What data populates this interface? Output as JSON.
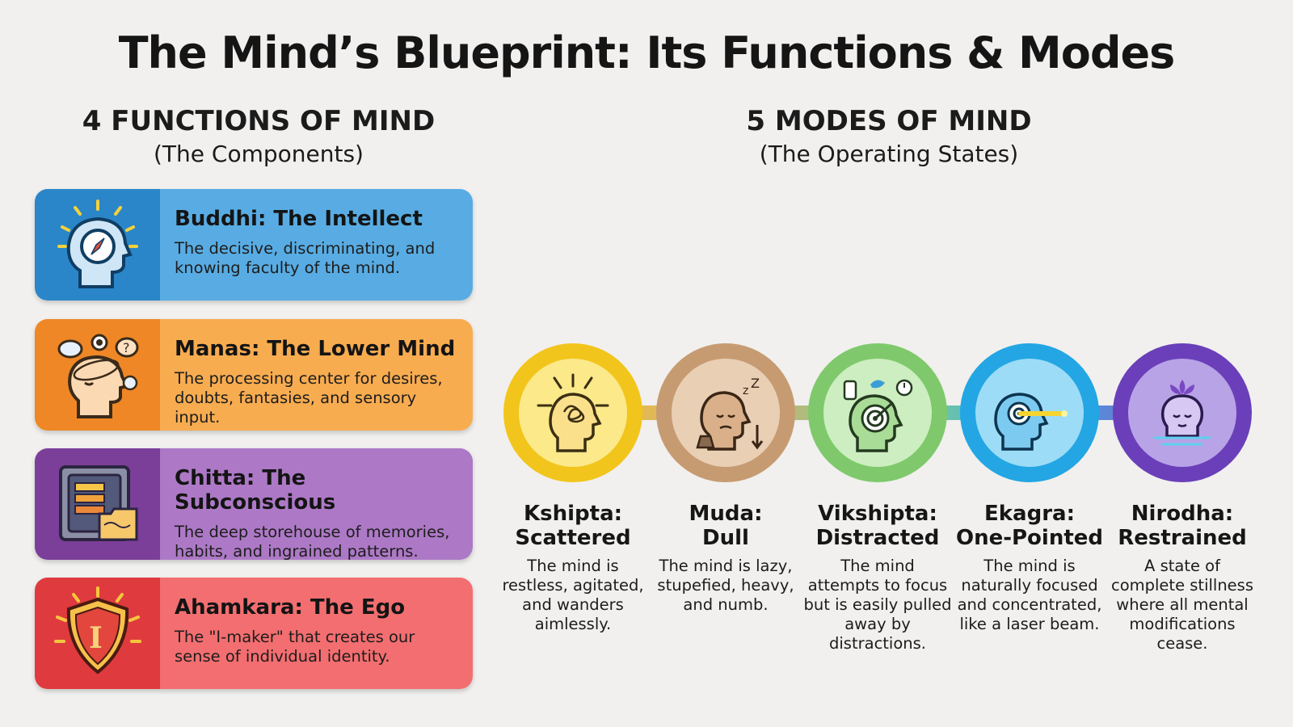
{
  "title": "The Mind’s Blueprint: Its Functions & Modes",
  "functions": {
    "heading": "4 FUNCTIONS OF MIND",
    "subheading": "(The Components)",
    "items": [
      {
        "title": "Buddhi: The Intellect",
        "desc": "The decisive, discriminating, and knowing faculty of the mind.",
        "icon": "head-compass-icon",
        "color": "#58ace3"
      },
      {
        "title": "Manas: The Lower Mind",
        "desc": "The processing center for desires, doubts, fantasies, and sensory input.",
        "icon": "head-thoughts-icon",
        "color": "#f8ac50"
      },
      {
        "title": "Chitta: The Subconscious",
        "desc": "The deep storehouse of memories, habits, and ingrained patterns.",
        "icon": "vault-files-icon",
        "color": "#ad79c6"
      },
      {
        "title": "Ahamkara: The Ego",
        "desc": "The \"I-maker\" that creates our sense of individual identity.",
        "icon": "shield-i-icon",
        "color": "#f36e70"
      }
    ]
  },
  "modes": {
    "heading": "5 MODES OF MIND",
    "subheading": "(The Operating States)",
    "items": [
      {
        "title1": "Kshipta:",
        "title2": "Scattered",
        "desc": "The mind is restless, agitated, and wanders aimlessly.",
        "icon": "tangled-head-icon",
        "color": "#f0cc2d"
      },
      {
        "title1": "Muda:",
        "title2": "Dull",
        "desc": "The mind is lazy, stupefied, heavy, and numb.",
        "icon": "sleepy-head-icon",
        "color": "#d3a77c"
      },
      {
        "title1": "Vikshipta:",
        "title2": "Distracted",
        "desc": "The mind attempts to focus but is easily pulled away by distractions.",
        "icon": "target-head-icon",
        "color": "#8fcf7c"
      },
      {
        "title1": "Ekagra:",
        "title2": "One-Pointed",
        "desc": "The mind is naturally focused and concentrated, like a laser beam.",
        "icon": "laser-head-icon",
        "color": "#3fb1e4"
      },
      {
        "title1": "Nirodha:",
        "title2": "Restrained",
        "desc": "A state of complete stillness where all mental modifications cease.",
        "icon": "lotus-head-icon",
        "color": "#7c59c7"
      }
    ]
  }
}
